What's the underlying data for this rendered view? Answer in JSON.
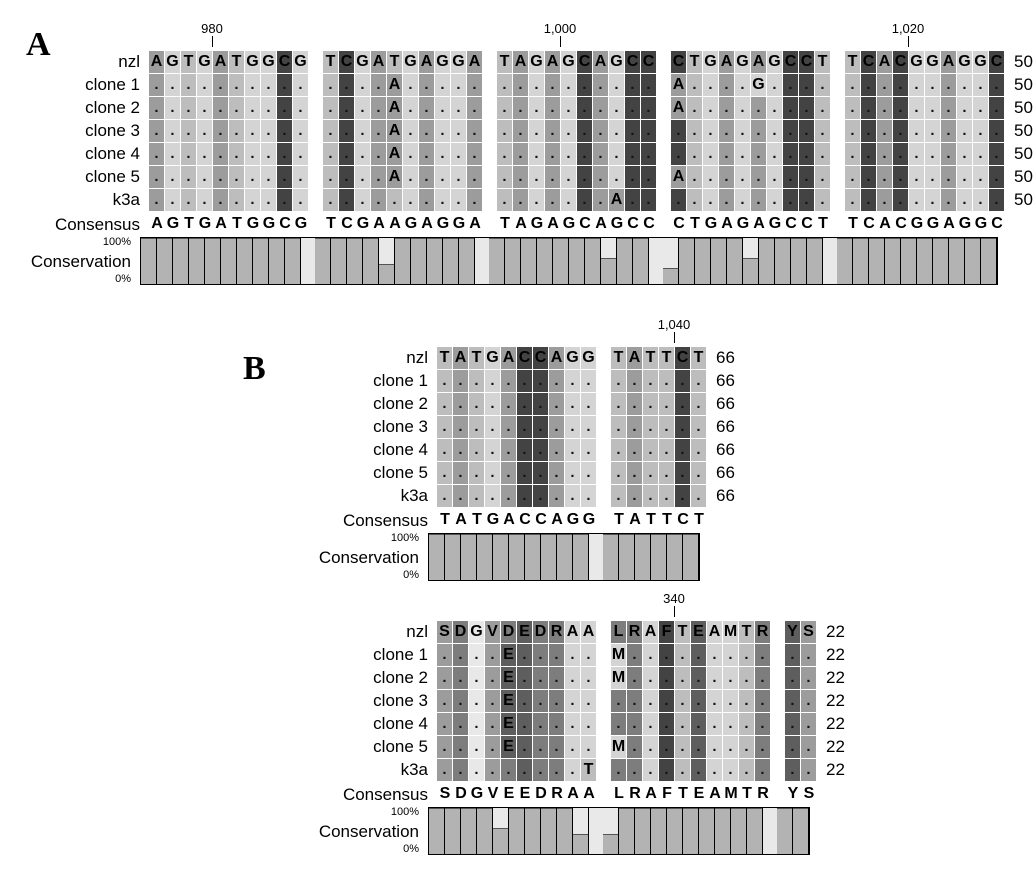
{
  "figure": {
    "panel_a_label": "A",
    "panel_b_label": "B"
  },
  "labels": {
    "rows": [
      "nzl",
      "clone 1",
      "clone 2",
      "clone 3",
      "clone 4",
      "clone 5",
      "k3a"
    ],
    "consensus": "Consensus",
    "conservation": "Conservation",
    "axis_top": "100%",
    "axis_bottom": "0%",
    "dot": "."
  },
  "panel_a": {
    "ruler": [
      {
        "label": "980",
        "block": 0,
        "col": 4
      },
      {
        "label": "1,000",
        "block": 2,
        "col": 4
      },
      {
        "label": "1,020",
        "block": 4,
        "col": 4
      }
    ],
    "blocks": [
      {
        "reference": "AGTGATGGCG"
      },
      {
        "reference": "TCGATGAGGA"
      },
      {
        "reference": "TAGAGCAGCC"
      },
      {
        "reference": "CTGAGAGCCT"
      },
      {
        "reference": "TCACGGAGGC"
      }
    ],
    "rows": [
      {
        "name": "nzl",
        "count": "50",
        "seq": [
          "AGTGATGGCG",
          "TCGATGAGGA",
          "TAGAGCAGCC",
          "CTGAGAGCCT",
          "TCACGGAGGC"
        ]
      },
      {
        "name": "clone 1",
        "count": "50",
        "seq": [
          "..........",
          "....A.....",
          "..........",
          "A....G....",
          ".........."
        ]
      },
      {
        "name": "clone 2",
        "count": "50",
        "seq": [
          "..........",
          "....A.....",
          "..........",
          "A.........",
          ".........."
        ]
      },
      {
        "name": "clone 3",
        "count": "50",
        "seq": [
          "..........",
          "....A.....",
          "..........",
          "..........",
          ".........."
        ]
      },
      {
        "name": "clone 4",
        "count": "50",
        "seq": [
          "..........",
          "....A.....",
          "..........",
          "..........",
          ".........."
        ]
      },
      {
        "name": "clone 5",
        "count": "50",
        "seq": [
          "..........",
          "....A.....",
          "..........",
          "A.........",
          ".........."
        ]
      },
      {
        "name": "k3a",
        "count": "50",
        "seq": [
          "..........",
          "..........",
          ".......A..",
          "..........",
          ".........."
        ]
      }
    ],
    "consensus": [
      "AGTGATGGCG",
      "TCGAAGAGGA",
      "TAGAGCAGCC",
      "CTGAGAGCCT",
      "TCACGGAGGC"
    ],
    "conservation": [
      [
        100,
        100,
        100,
        100,
        100,
        100,
        100,
        100,
        100,
        100
      ],
      [
        100,
        100,
        100,
        100,
        43,
        100,
        100,
        100,
        100,
        100
      ],
      [
        100,
        100,
        100,
        100,
        100,
        100,
        100,
        57,
        100,
        100
      ],
      [
        35,
        100,
        100,
        100,
        100,
        57,
        100,
        100,
        100,
        100
      ],
      [
        100,
        100,
        100,
        100,
        100,
        100,
        100,
        100,
        100,
        100
      ]
    ]
  },
  "panel_b_nt": {
    "ruler": [
      {
        "label": "1,040",
        "block": 1,
        "col": 4
      }
    ],
    "blocks": [
      {
        "reference": "TATGACCAGG"
      },
      {
        "reference": "TATTCT"
      }
    ],
    "rows": [
      {
        "name": "nzl",
        "count": "66",
        "seq": [
          "TATGACCAGG",
          "TATTCT"
        ]
      },
      {
        "name": "clone 1",
        "count": "66",
        "seq": [
          "..........",
          "......"
        ]
      },
      {
        "name": "clone 2",
        "count": "66",
        "seq": [
          "..........",
          "......"
        ]
      },
      {
        "name": "clone 3",
        "count": "66",
        "seq": [
          "..........",
          "......"
        ]
      },
      {
        "name": "clone 4",
        "count": "66",
        "seq": [
          "..........",
          "......"
        ]
      },
      {
        "name": "clone 5",
        "count": "66",
        "seq": [
          "..........",
          "......"
        ]
      },
      {
        "name": "k3a",
        "count": "66",
        "seq": [
          "..........",
          "......"
        ]
      }
    ],
    "consensus": [
      "TATGACCAGG",
      "TATTCT"
    ],
    "conservation": [
      [
        100,
        100,
        100,
        100,
        100,
        100,
        100,
        100,
        100,
        100
      ],
      [
        100,
        100,
        100,
        100,
        100,
        100
      ]
    ]
  },
  "panel_b_aa": {
    "ruler": [
      {
        "label": "340",
        "block": 1,
        "col": 4
      }
    ],
    "blocks": [
      {
        "reference": "SDGVDEDRAA"
      },
      {
        "reference": "LRAFTEAMTR"
      },
      {
        "reference": "YS"
      }
    ],
    "rows": [
      {
        "name": "nzl",
        "count": "22",
        "seq": [
          "SDGVDEDRAA",
          "LRAFTEAMTR",
          "YS"
        ]
      },
      {
        "name": "clone 1",
        "count": "22",
        "seq": [
          "....E.....",
          "M.........",
          ".."
        ]
      },
      {
        "name": "clone 2",
        "count": "22",
        "seq": [
          "....E.....",
          "M.........",
          ".."
        ]
      },
      {
        "name": "clone 3",
        "count": "22",
        "seq": [
          "....E.....",
          "..........",
          ".."
        ]
      },
      {
        "name": "clone 4",
        "count": "22",
        "seq": [
          "....E.....",
          "..........",
          ".."
        ]
      },
      {
        "name": "clone 5",
        "count": "22",
        "seq": [
          "....E.....",
          "M.........",
          ".."
        ]
      },
      {
        "name": "k3a",
        "count": "22",
        "seq": [
          ".........T",
          "..........",
          ".."
        ]
      }
    ],
    "consensus": [
      "SDGVEEDRAA",
      "LRAFTEAMTR",
      "YS"
    ],
    "conservation": [
      [
        100,
        100,
        100,
        100,
        57,
        100,
        100,
        100,
        100,
        43
      ],
      [
        43,
        100,
        100,
        100,
        100,
        100,
        100,
        100,
        100,
        100
      ],
      [
        100,
        100
      ]
    ]
  },
  "colors": {
    "shade_levels": [
      "#e8e8e8",
      "#d4d4d4",
      "#bdbdbd",
      "#9c9c9c",
      "#7d7d7d",
      "#5e5e5e",
      "#434343",
      "#2e2e2e"
    ],
    "conservation_bar": "#b3b3b3",
    "conservation_bg": "#e9e9e9",
    "text": "#000000"
  }
}
